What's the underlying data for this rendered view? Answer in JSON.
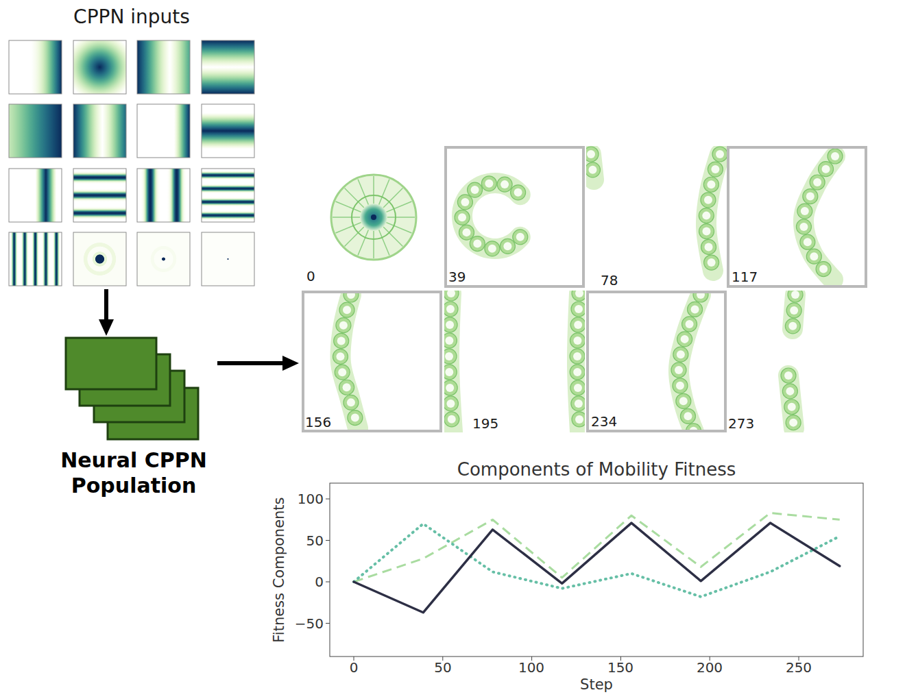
{
  "diagram": {
    "nodes": [
      {
        "text": [
          "CPPN inputs"
        ]
      },
      {
        "text": [
          "Neural CPPN Population"
        ]
      },
      {
        "text": [
          "0",
          "39",
          "78",
          "117",
          "156",
          "195",
          "234",
          "273"
        ]
      },
      {
        "text": [
          "Components of Mobility Fitness"
        ]
      }
    ],
    "edges": [
      {
        "from": 0,
        "to": 1,
        "arrow": "to"
      },
      {
        "from": 1,
        "to": 2,
        "arrow": "to"
      }
    ],
    "labels": [
      "100",
      "50",
      "0",
      "−50",
      "0",
      "50",
      "100",
      "150",
      "200",
      "250",
      "Step",
      "Fitness Components"
    ]
  }
}
